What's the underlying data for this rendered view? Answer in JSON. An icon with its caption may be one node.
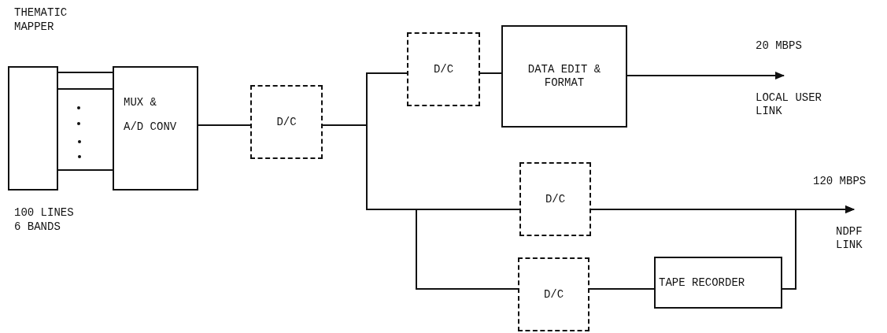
{
  "diagram": {
    "nodes": [
      {
        "text": [],
        "shape": "box"
      },
      {
        "text": [
          "MUX &",
          "A/D CONV"
        ]
      },
      {
        "text": [
          "D/C"
        ]
      },
      {
        "text": [
          "D/C"
        ]
      },
      {
        "text": [
          "DATA EDIT & FORMAT"
        ]
      },
      {
        "text": [
          "D/C"
        ]
      },
      {
        "text": [
          "D/C"
        ]
      },
      {
        "text": [
          "TAPE RECORDER"
        ]
      },
      {
        "text": [
          "LOCAL USER LINK"
        ]
      },
      {
        "text": [
          "NDPF LINK"
        ]
      }
    ],
    "edges": [
      {
        "from": 0,
        "to": 1,
        "arrow": "none"
      },
      {
        "from": 0,
        "to": 1,
        "arrow": "none"
      },
      {
        "from": 0,
        "to": 1,
        "arrow": "none"
      },
      {
        "from": 1,
        "to": 2,
        "arrow": "none"
      },
      {
        "from": 2,
        "to": 3,
        "arrow": "none"
      },
      {
        "from": 2,
        "to": 5,
        "arrow": "none"
      },
      {
        "from": 2,
        "to": 6,
        "arrow": "none"
      },
      {
        "from": 3,
        "to": 4,
        "arrow": "none"
      },
      {
        "from": 4,
        "to": 8,
        "arrow": "to",
        "label": "20 MBPS"
      },
      {
        "from": 5,
        "to": 9,
        "arrow": "to",
        "label": "120 MBPS"
      },
      {
        "from": 6,
        "to": 7,
        "arrow": "none"
      },
      {
        "from": 7,
        "to": 9,
        "arrow": "to"
      }
    ],
    "labels": [
      "THEMATIC MAPPER",
      "100 LINES 6 BANDS"
    ]
  }
}
